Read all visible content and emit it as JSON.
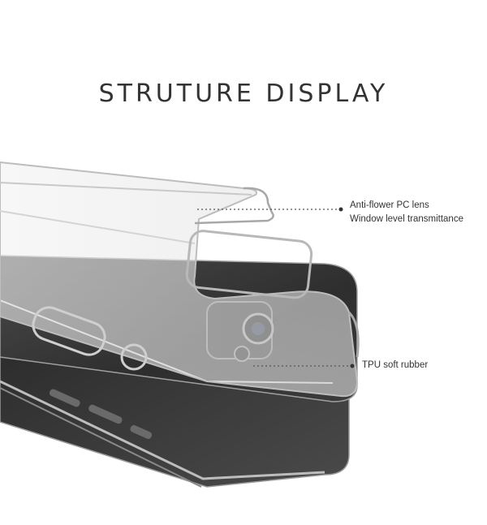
{
  "title": "STRUTURE DISPLAY",
  "callouts": [
    {
      "lines": [
        "Anti-flower PC lens",
        "Window level transmittance"
      ]
    },
    {
      "lines": [
        "TPU soft rubber"
      ]
    }
  ],
  "colors": {
    "title": "#333333",
    "phone_body": "#3a3a3a",
    "case_edge": "#c9c9c9",
    "dotted_line": "#555555"
  }
}
